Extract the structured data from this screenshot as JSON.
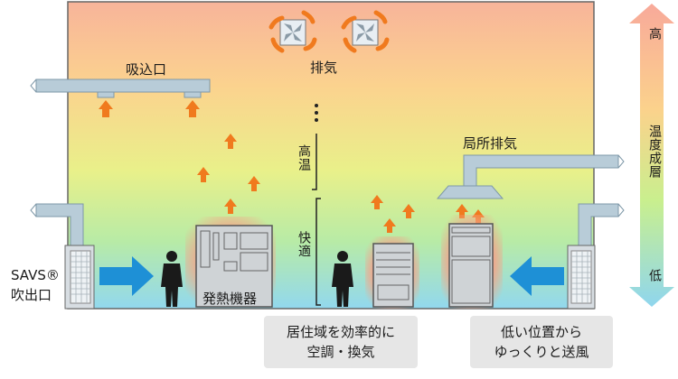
{
  "labels": {
    "intake": "吸込口",
    "exhaust": "排気",
    "high_temp": "高温",
    "comfort": "快適",
    "local_exhaust": "局所排気",
    "outlet_line1": "SAVS®",
    "outlet_line2": "吹出口",
    "heat_equipment": "発熱機器"
  },
  "legend": {
    "high": "高",
    "middle": "温度成層",
    "low": "低"
  },
  "notes": {
    "left_line1": "居住域を効率的に",
    "left_line2": "空調・換気",
    "right_line1": "低い位置から",
    "right_line2": "ゆっくりと送風"
  },
  "colors": {
    "arrow_orange": "#f07a1e",
    "arrow_blue": "#1e90d6",
    "duct": "#b8ccd8",
    "figure": "#1a1a1a"
  }
}
